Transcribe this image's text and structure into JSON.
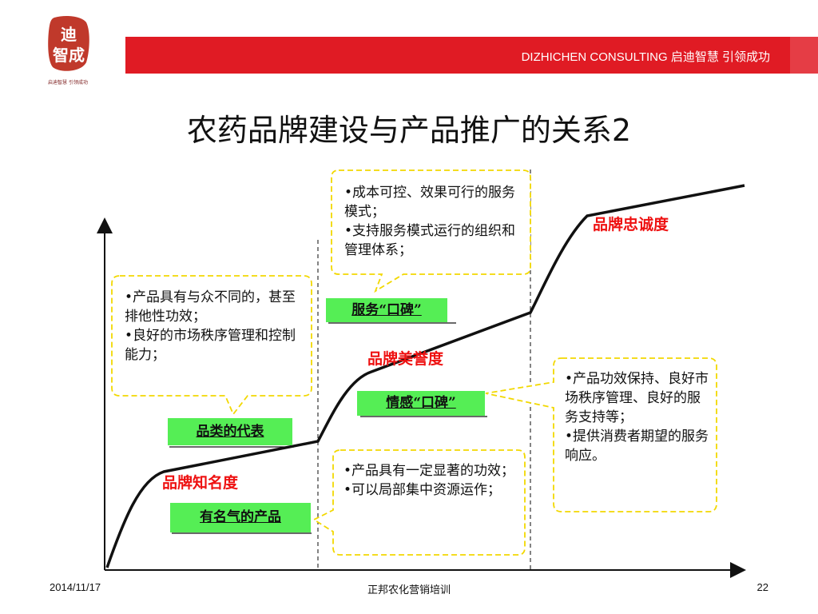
{
  "logo": {
    "chars": "迪智成",
    "tagline": "启迪智慧 引领成功",
    "brand_color": "#c0392b"
  },
  "header": {
    "text": "DIZHICHEN  CONSULTING   启迪智慧 引领成功",
    "bar_color": "#e01b24"
  },
  "title": "农药品牌建设与产品推广的关系2",
  "callouts": {
    "top": [
      "•成本可控、效果可行的服务模式；",
      "•支持服务模式运行的组织和管理体系；"
    ],
    "left": [
      "•产品具有与众不同的，甚至排他性功效；",
      "•良好的市场秩序管理和控制能力；"
    ],
    "bottom_middle": [
      "•产品具有一定显著的功效；",
      "•可以局部集中资源运作；"
    ],
    "right": [
      "•产品功效保持、良好市场秩序管理、良好的服务支持等；",
      "•提供消费者期望的服务响应。"
    ]
  },
  "boxes": {
    "service_word_of_mouth": "服务“口碑”",
    "emotion_word_of_mouth": "情感“口碑”",
    "category_representative": "品类的代表",
    "famous_product": "有名气的产品",
    "box_color": "#55ee55"
  },
  "stages": {
    "loyalty": "品牌忠诚度",
    "reputation": "品牌美誉度",
    "awareness": "品牌知名度",
    "label_color": "#ee1111"
  },
  "footer": {
    "date": "2014/11/17",
    "center": "正邦农化营销培训",
    "page": "22"
  }
}
